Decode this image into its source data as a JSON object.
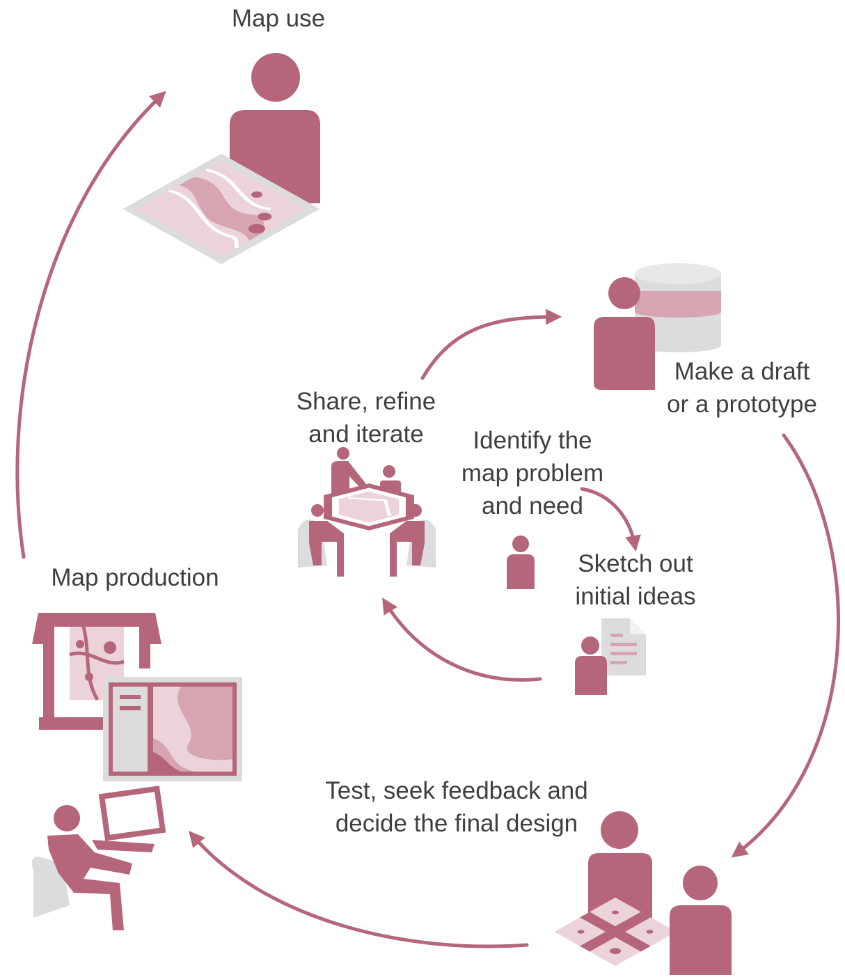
{
  "colors": {
    "accent": "#b5667a",
    "accent_light": "#d6a5b1",
    "accent_pale": "#ecd3d9",
    "gray": "#dcdcdc",
    "text": "#3f3f3f"
  },
  "stages": {
    "map_use": {
      "lines": [
        "Map use"
      ],
      "icon": "person-reading-map-icon"
    },
    "map_production": {
      "lines": [
        "Map production"
      ],
      "icon": "printer-monitor-laptop-icon"
    },
    "make_draft": {
      "lines": [
        "Make a draft",
        "or a prototype"
      ],
      "icon": "person-database-icon"
    },
    "share_refine": {
      "lines": [
        "Share, refine",
        "and iterate"
      ],
      "icon": "meeting-table-icon"
    },
    "identify": {
      "lines": [
        "Identify the",
        "map problem",
        "and need"
      ],
      "icon": "person-icon"
    },
    "sketch": {
      "lines": [
        "Sketch out",
        "initial ideas"
      ],
      "icon": "person-document-icon"
    },
    "test": {
      "lines": [
        "Test, seek feedback and",
        "decide the final design"
      ],
      "icon": "two-people-map-icon"
    }
  }
}
